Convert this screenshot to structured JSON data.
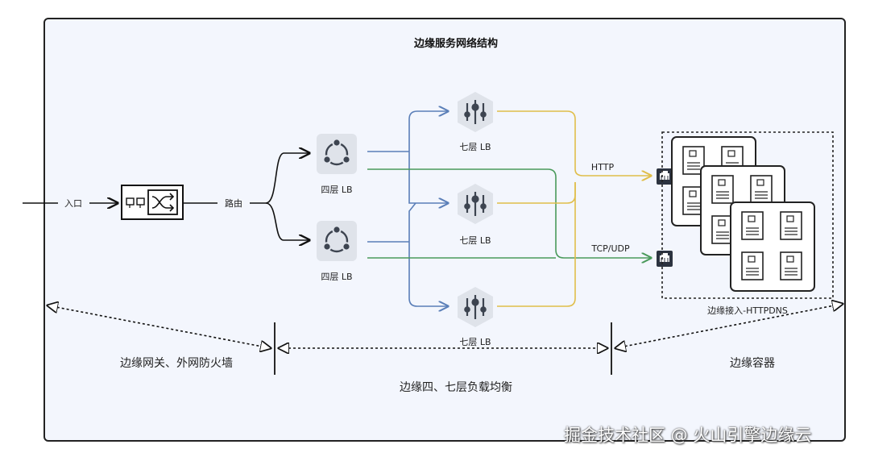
{
  "diagram": {
    "title": "边缘服务网络结构",
    "entry_label": "入口",
    "route_label": "路由",
    "l4_lb_label": "四层 LB",
    "l7_lb_label": "七层 LB",
    "http_label": "HTTP",
    "tcp_udp_label": "TCP/UDP",
    "container_caption": "边缘接入-HTTPDNS",
    "zones": {
      "gateway": "边缘网关、外网防火墙",
      "load_balancing": "边缘四、七层负载均衡",
      "container": "边缘容器"
    },
    "colors": {
      "blue_link": "#5b7fb8",
      "green_link": "#4a9a5b",
      "yellow_link": "#e0be4a",
      "node_fill": "#dfe3ea",
      "node_icon": "#3d4450"
    }
  },
  "watermark": "掘金技术社区 @ 火山引擎边缘云"
}
